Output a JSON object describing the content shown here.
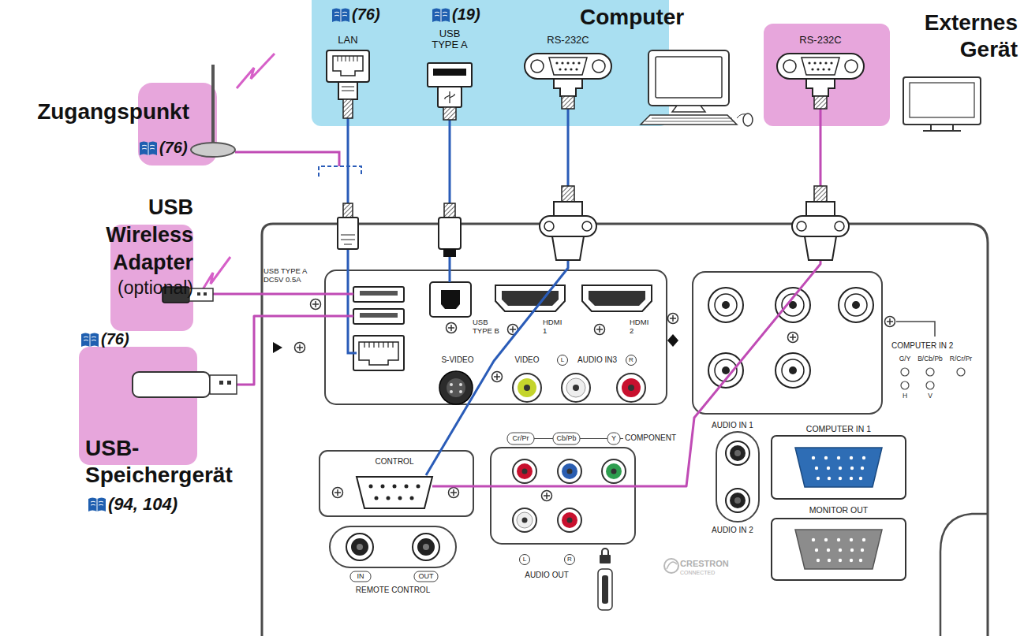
{
  "diagram": {
    "nodes": [
      {
        "text": [
          "Computer"
        ]
      },
      {
        "text": [
          "LAN"
        ],
        "in": 0
      },
      {
        "text": [
          "USB TYPE A"
        ],
        "in": 0
      },
      {
        "text": [
          "RS-232C"
        ],
        "in": 0
      },
      {
        "text": [
          "Externes Gerät"
        ]
      },
      {
        "text": [
          "RS-232C"
        ],
        "in": 4
      },
      {
        "text": [
          "Zugangspunkt"
        ]
      },
      {
        "text": [
          "USB Wireless Adapter",
          "(optional)"
        ]
      },
      {
        "text": [
          "USB-Speichergerät"
        ]
      },
      {
        "text": [
          "USB TYPE A DC5V 0.5A"
        ]
      },
      {
        "text": [
          "USB TYPE B"
        ]
      },
      {
        "text": [
          "CONTROL"
        ]
      }
    ],
    "edges": [
      {
        "from": 7,
        "to": 9,
        "arrow": "none"
      },
      {
        "from": 8,
        "to": 9,
        "arrow": "none"
      },
      {
        "from": 2,
        "to": 10,
        "arrow": "none"
      },
      {
        "from": 3,
        "to": 11,
        "arrow": "none"
      },
      {
        "from": 5,
        "to": 11,
        "arrow": "none"
      }
    ],
    "labels": [
      "(76)",
      "(19)",
      "(76)",
      "(76)",
      "(94, 104)",
      "HDMI 1",
      "HDMI 2",
      "S-VIDEO",
      "VIDEO",
      "L",
      "AUDIO IN3",
      "R",
      "Cr/Pr",
      "Cb/Pb",
      "Y",
      "COMPONENT",
      "COMPUTER IN 2",
      "G/Y",
      "B/Cb/Pb",
      "R/Cr/Pr",
      "H",
      "V",
      "AUDIO IN 1",
      "COMPUTER IN 1",
      "AUDIO IN 2",
      "MONITOR OUT",
      "IN",
      "OUT",
      "REMOTE CONTROL",
      "L",
      "R",
      "AUDIO OUT",
      "CRESTRON",
      "CONNECTED"
    ]
  }
}
